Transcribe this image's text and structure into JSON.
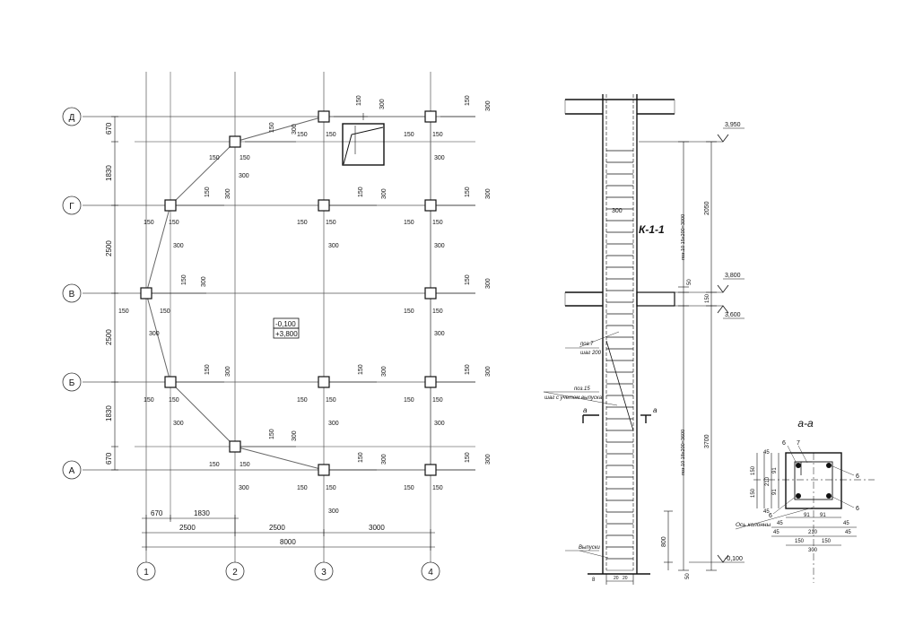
{
  "plan": {
    "row_axes": [
      "А",
      "Б",
      "В",
      "Г",
      "Д"
    ],
    "col_axes": [
      "1",
      "2",
      "3",
      "4"
    ],
    "row_spacings": [
      "670",
      "1830",
      "2500",
      "2500",
      "1830",
      "670"
    ],
    "bottom_dims_row1": [
      "670",
      "1830"
    ],
    "bottom_dims_row2": [
      "2500",
      "2500",
      "3000"
    ],
    "overall_dim": "8000",
    "offset_150": "150",
    "offset_300": "300",
    "elevation_note": [
      "-0,100",
      "+3,800"
    ]
  },
  "section": {
    "title": "К-1-1",
    "elevations": [
      "3,950",
      "3,800",
      "3,600",
      "-0,100"
    ],
    "vertical_dims": [
      "2050",
      "50",
      "150",
      "3700",
      "800",
      "50"
    ],
    "stirrups_top": "поз.10 15х200=3000",
    "stirrups_main": "поз.10 18х200=3600",
    "width_label": "300",
    "note_pos7": "поз.7",
    "note_pos7_step": "шаг 200",
    "note_pos15": "поз.15",
    "note_pos15_step": "шаг с учетом выпуска",
    "note_outlets": "Выпуски",
    "cut_label": "а",
    "bottom_mark": "8",
    "small_dims": [
      "20",
      "20"
    ]
  },
  "cross_section": {
    "title": "а-а",
    "bar_marks": [
      "6",
      "7",
      "6",
      "6",
      "6"
    ],
    "left_dims": [
      "45",
      "150",
      "150",
      "210",
      "91",
      "91",
      "45"
    ],
    "bottom_row1": [
      "45",
      "91",
      "91",
      "45"
    ],
    "bottom_row2": [
      "45",
      "210",
      "45"
    ],
    "bottom_row3": [
      "150",
      "150"
    ],
    "bottom_total": "300",
    "axis_note": "Ось колонны"
  }
}
